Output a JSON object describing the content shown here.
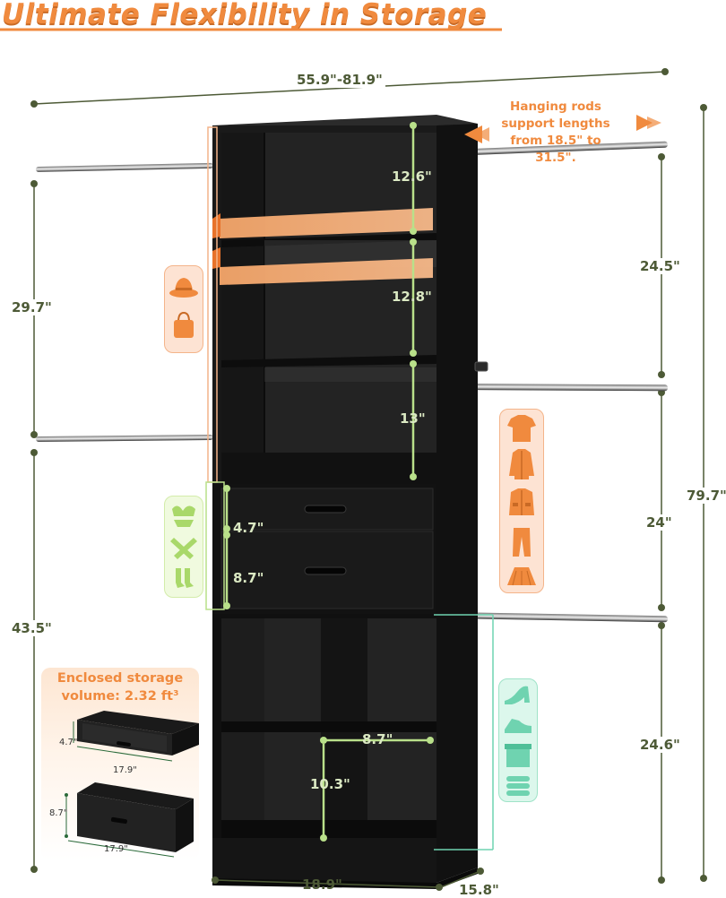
{
  "title": "Ultimate Flexibility in Storage",
  "dimensions": {
    "width_range": "55.9\"-81.9\"",
    "total_height": "79.7\"",
    "left_upper_rod_span": "29.7\"",
    "left_lower_span": "43.5\"",
    "right_top_span": "24.5\"",
    "right_middle_span": "24\"",
    "right_bottom_span": "24.6\"",
    "top_shelf_gap": "12.6\"",
    "middle_shelf_gap": "12.8\"",
    "lower_shelf_gap": "13\"",
    "drawer_top": "4.7\"",
    "drawer_bottom": "8.7\"",
    "cube_width": "8.7\"",
    "cube_height": "10.3\"",
    "base_width": "18.9\"",
    "base_depth": "15.8\""
  },
  "hanging_rods_note": [
    "Hanging rods",
    "support lengths",
    "from 18.5\" to 31.5\"."
  ],
  "storage_panel": {
    "title_line1": "Enclosed storage",
    "title_line2": "volume: 2.32 ft³",
    "small_drawer_height": "4.7\"",
    "small_drawer_width": "17.9\"",
    "large_drawer_height": "8.7\"",
    "large_drawer_width": "17.9\""
  },
  "icons": {
    "accessories": [
      "hat-icon",
      "handbag-icon"
    ],
    "underwear": [
      "bra-icon",
      "scarf-icon",
      "socks-icon"
    ],
    "clothing": [
      "tshirt-icon",
      "shirt-icon",
      "jacket-icon",
      "pants-icon",
      "skirt-icon"
    ],
    "footwear": [
      "high-heel-icon",
      "sneaker-icon",
      "box-icon",
      "folded-clothes-icon"
    ]
  },
  "colors": {
    "accent_orange": "#f08a3e",
    "dimension_green": "#4d5a36",
    "cabinet_black": "#151515",
    "light_green": "#b9e08a",
    "mint": "#6fd3b0"
  }
}
